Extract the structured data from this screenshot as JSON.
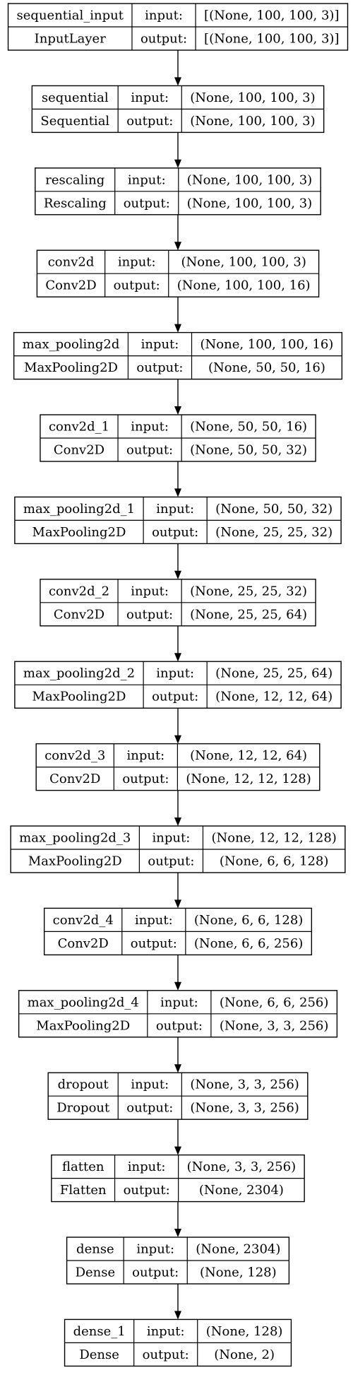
{
  "diagram": {
    "nodes": [
      {
        "name": "sequential_input",
        "type": "InputLayer",
        "input_label": "input:",
        "output_label": "output:",
        "input_shape": "[(None, 100, 100, 3)]",
        "output_shape": "[(None, 100, 100, 3)]"
      },
      {
        "name": "sequential",
        "type": "Sequential",
        "input_label": "input:",
        "output_label": "output:",
        "input_shape": "(None, 100, 100, 3)",
        "output_shape": "(None, 100, 100, 3)"
      },
      {
        "name": "rescaling",
        "type": "Rescaling",
        "input_label": "input:",
        "output_label": "output:",
        "input_shape": "(None, 100, 100, 3)",
        "output_shape": "(None, 100, 100, 3)"
      },
      {
        "name": "conv2d",
        "type": "Conv2D",
        "input_label": "input:",
        "output_label": "output:",
        "input_shape": "(None, 100, 100, 3)",
        "output_shape": "(None, 100, 100, 16)"
      },
      {
        "name": "max_pooling2d",
        "type": "MaxPooling2D",
        "input_label": "input:",
        "output_label": "output:",
        "input_shape": "(None, 100, 100, 16)",
        "output_shape": "(None, 50, 50, 16)"
      },
      {
        "name": "conv2d_1",
        "type": "Conv2D",
        "input_label": "input:",
        "output_label": "output:",
        "input_shape": "(None, 50, 50, 16)",
        "output_shape": "(None, 50, 50, 32)"
      },
      {
        "name": "max_pooling2d_1",
        "type": "MaxPooling2D",
        "input_label": "input:",
        "output_label": "output:",
        "input_shape": "(None, 50, 50, 32)",
        "output_shape": "(None, 25, 25, 32)"
      },
      {
        "name": "conv2d_2",
        "type": "Conv2D",
        "input_label": "input:",
        "output_label": "output:",
        "input_shape": "(None, 25, 25, 32)",
        "output_shape": "(None, 25, 25, 64)"
      },
      {
        "name": "max_pooling2d_2",
        "type": "MaxPooling2D",
        "input_label": "input:",
        "output_label": "output:",
        "input_shape": "(None, 25, 25, 64)",
        "output_shape": "(None, 12, 12, 64)"
      },
      {
        "name": "conv2d_3",
        "type": "Conv2D",
        "input_label": "input:",
        "output_label": "output:",
        "input_shape": "(None, 12, 12, 64)",
        "output_shape": "(None, 12, 12, 128)"
      },
      {
        "name": "max_pooling2d_3",
        "type": "MaxPooling2D",
        "input_label": "input:",
        "output_label": "output:",
        "input_shape": "(None, 12, 12, 128)",
        "output_shape": "(None, 6, 6, 128)"
      },
      {
        "name": "conv2d_4",
        "type": "Conv2D",
        "input_label": "input:",
        "output_label": "output:",
        "input_shape": "(None, 6, 6, 128)",
        "output_shape": "(None, 6, 6, 256)"
      },
      {
        "name": "max_pooling2d_4",
        "type": "MaxPooling2D",
        "input_label": "input:",
        "output_label": "output:",
        "input_shape": "(None, 6, 6, 256)",
        "output_shape": "(None, 3, 3, 256)"
      },
      {
        "name": "dropout",
        "type": "Dropout",
        "input_label": "input:",
        "output_label": "output:",
        "input_shape": "(None, 3, 3, 256)",
        "output_shape": "(None, 3, 3, 256)"
      },
      {
        "name": "flatten",
        "type": "Flatten",
        "input_label": "input:",
        "output_label": "output:",
        "input_shape": "(None, 3, 3, 256)",
        "output_shape": "(None, 2304)"
      },
      {
        "name": "dense",
        "type": "Dense",
        "input_label": "input:",
        "output_label": "output:",
        "input_shape": "(None, 2304)",
        "output_shape": "(None, 128)"
      },
      {
        "name": "dense_1",
        "type": "Dense",
        "input_label": "input:",
        "output_label": "output:",
        "input_shape": "(None, 128)",
        "output_shape": "(None, 2)"
      }
    ]
  }
}
